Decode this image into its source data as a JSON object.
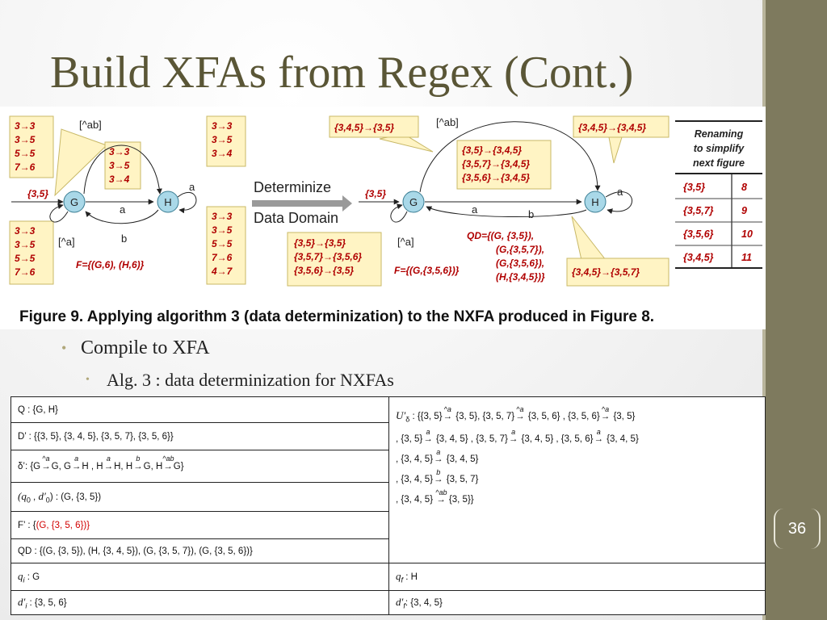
{
  "title": "Build XFAs from Regex (Cont.)",
  "page_number": "36",
  "figure": {
    "caption": "Figure 9. Applying algorithm 3 (data determinization) to the NXFA produced in Figure 8.",
    "left_nxfa": {
      "state_g": "G",
      "state_h": "H",
      "start_label": "{3,5}",
      "edge_top": "[^ab]",
      "edge_a": "a",
      "edge_b": "b",
      "edge_not_a": "[^a]",
      "self_a": "a",
      "box_tl": [
        "3→3",
        "3→5",
        "5→5",
        "7→6"
      ],
      "box_center": [
        "3→3",
        "3→5",
        "3→4"
      ],
      "box_tr": [
        "3→3",
        "3→5",
        "3→4"
      ],
      "box_bl": [
        "3→3",
        "3→5",
        "5→5",
        "7→6"
      ],
      "box_br": [
        "3→3",
        "3→5",
        "5→5",
        "7→6",
        "4→7"
      ],
      "final_text": "F={(G,6), (H,6)}"
    },
    "arrow_label_1": "Determinize",
    "arrow_label_2": "Data Domain",
    "right_xfa": {
      "state_g": "G",
      "state_h": "H",
      "start_label": "{3,5}",
      "edge_top": "[^ab]",
      "edge_a": "a",
      "edge_b": "b",
      "edge_not_a": "[^a]",
      "self_a": "a",
      "box_tl": [
        "{3,4,5}→{3,5}"
      ],
      "box_center": [
        "{3,5}→{3,4,5}",
        "{3,5,7}→{3,4,5}",
        "{3,5,6}→{3,4,5}"
      ],
      "box_tr": [
        "{3,4,5}→{3,4,5}"
      ],
      "box_bl": [
        "{3,5}→{3,5}",
        "{3,5,7}→{3,5,6}",
        "{3,5,6}→{3,5}"
      ],
      "box_br": [
        "{3,4,5}→{3,5,7}"
      ],
      "qd_text": [
        "QD={(G,   {3,5}),",
        "(G,{3,5,7}),",
        "(G,{3,5,6}),",
        "(H,{3,4,5})}"
      ],
      "final_text": "F={(G,{3,5,6})}"
    },
    "renaming": {
      "header": [
        "Renaming",
        "to simplify",
        "next figure"
      ],
      "rows": [
        {
          "set": "{3,5}",
          "id": "8"
        },
        {
          "set": "{3,5,7}",
          "id": "9"
        },
        {
          "set": "{3,5,6}",
          "id": "10"
        },
        {
          "set": "{3,4,5}",
          "id": "11"
        }
      ]
    }
  },
  "bullets": {
    "level1": "Compile to XFA",
    "level2": "Alg. 3 : data determinization for NXFAs"
  },
  "table": {
    "q": "Q : {G, H}",
    "d_prime": "D’ : {{3, 5}, {3, 4, 5}, {3, 5, 7}, {3, 5, 6}}",
    "delta_prefix": "δ’: {G",
    "delta_parts": [
      {
        "sym": "^a",
        "text": "G, G"
      },
      {
        "sym": "a",
        "text": "H , H"
      },
      {
        "sym": "a",
        "text": "H, H"
      },
      {
        "sym": "b",
        "text": "G, H"
      },
      {
        "sym": "^ab",
        "text": "G}"
      }
    ],
    "init_left": "(q",
    "init_right": ") : (G, {3, 5})",
    "f_prefix": "F’ : {",
    "f_value": "(G, {3, 5, 6})",
    "f_suffix": "}",
    "qd": "QD : {(G, {3, 5}), (H, {3, 4, 5}), (G, {3, 5, 7}), (G, {3, 5, 6})}",
    "qi_label": "q",
    "qi_sub": "i",
    "qi_value": " : G",
    "di_label": "d′",
    "di_sub": "i",
    "di_value": " : {3, 5, 6}",
    "qf_label": "q",
    "qf_sub": "f",
    "qf_value": " : H",
    "df_label": "d′",
    "df_sub": "f",
    "df_value": ": {3, 4, 5}",
    "u_lines": [
      {
        "prefix": "U′",
        "sub": "δ",
        "segs": [
          {
            "pre": " : {{3, 5}",
            "sym": "^a",
            "post": " {3, 5}, {3, 5, 7}"
          },
          {
            "pre": "",
            "sym": "^a",
            "post": " {3, 5, 6} , {3, 5, 6}"
          },
          {
            "pre": "",
            "sym": "^a",
            "post": " {3, 5}"
          }
        ]
      },
      {
        "prefix": "",
        "sub": "",
        "segs": [
          {
            "pre": ", {3, 5}",
            "sym": "a",
            "post": " {3, 4, 5} , {3, 5, 7}"
          },
          {
            "pre": "",
            "sym": "a",
            "post": " {3, 4, 5} , {3, 5, 6}"
          },
          {
            "pre": "",
            "sym": "a",
            "post": " {3, 4, 5}"
          }
        ]
      },
      {
        "prefix": "",
        "sub": "",
        "segs": [
          {
            "pre": ", {3, 4, 5}",
            "sym": "a",
            "post": " {3, 4, 5}"
          }
        ]
      },
      {
        "prefix": "",
        "sub": "",
        "segs": [
          {
            "pre": ", {3, 4, 5}",
            "sym": "b",
            "post": " {3, 5, 7}"
          }
        ]
      },
      {
        "prefix": "",
        "sub": "",
        "segs": [
          {
            "pre": ", {3, 4, 5} ",
            "sym": "^ab",
            "post": " {3, 5}}"
          }
        ]
      }
    ]
  },
  "colors": {
    "title": "#5a5636",
    "sidebar": "#7e7a5e",
    "red_text": "#d10000",
    "state_fill": "#a9d8e8",
    "box_fill": "#fff4c4"
  }
}
